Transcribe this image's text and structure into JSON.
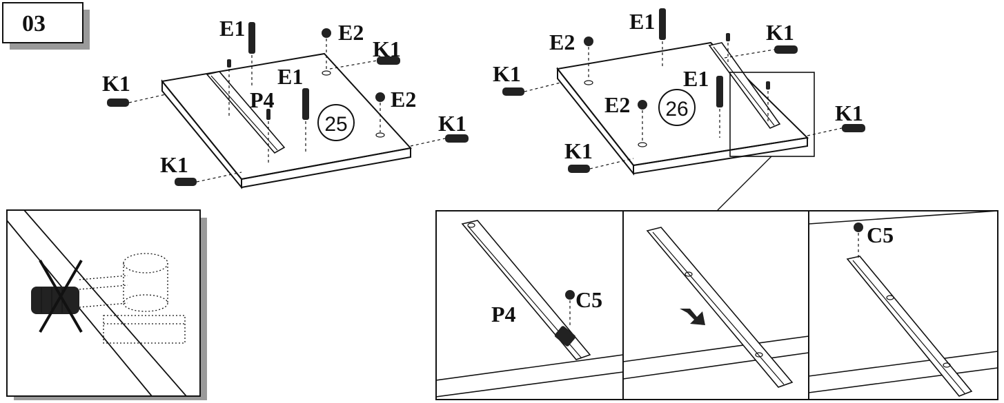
{
  "step": {
    "number": "03"
  },
  "step_badges": [
    "25",
    "26"
  ],
  "labels": {
    "e1": "E1",
    "e2": "E2",
    "k1": "K1",
    "p4": "P4",
    "c5": "C5"
  },
  "colors": {
    "ink": "#111111",
    "shadow": "#9a9a9a",
    "paper": "#ffffff"
  }
}
